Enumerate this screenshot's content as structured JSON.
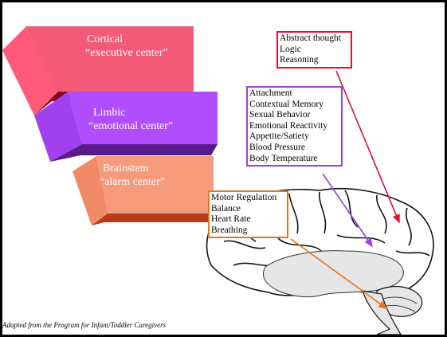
{
  "layers": {
    "cortical": {
      "line1": "Cortical",
      "line2": "“executive center”",
      "front": "#f25a78",
      "top": "#ff7d93",
      "side": "#8a0018"
    },
    "limbic": {
      "line1": "Limbic",
      "line2": "“emotional center”",
      "front": "#b04dff",
      "top": "#c77dff",
      "side": "#5a1a8a"
    },
    "brainstem": {
      "line1": "Brainstem",
      "line2": "“alarm center”",
      "front": "#f59a7a",
      "top": "#fbb497",
      "side": "#b83a1a"
    }
  },
  "boxes": {
    "cortical": {
      "color": "#e0122e",
      "items": [
        "Abstract thought",
        "Logic",
        "Reasoning"
      ]
    },
    "limbic": {
      "color": "#9b3fd6",
      "items": [
        "Attachment",
        "Contextual Memory",
        "Sexual Behavior",
        "Emotional Reactivity",
        "Appetite/Satiety",
        "Blood Pressure",
        "Body Temperature"
      ]
    },
    "brainstem": {
      "color": "#e8741a",
      "items": [
        "Motor Regulation",
        "Balance",
        "Heart Rate",
        "Breathing"
      ]
    }
  },
  "credit": "Adapted from the Program for Infant/Toddler Caregivers"
}
